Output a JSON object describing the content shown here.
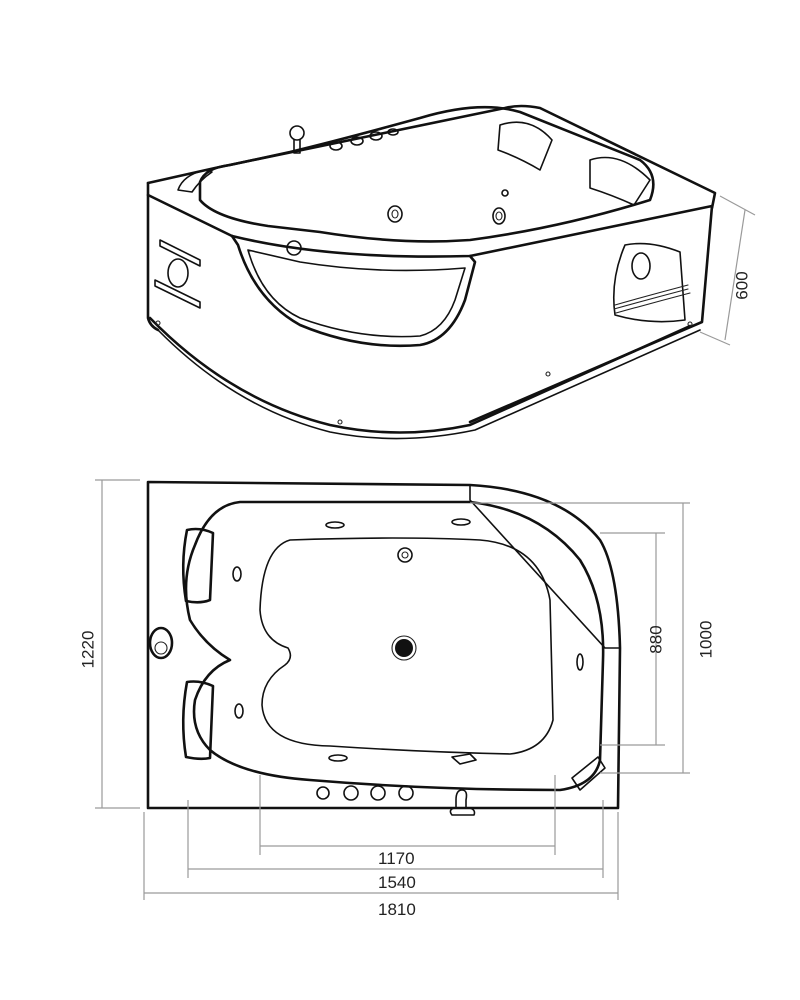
{
  "diagram": {
    "title": "Corner whirlpool bathtub technical drawing",
    "views": [
      {
        "name": "perspective-view",
        "description": "3D isometric view of tub with apron window, headrests, jets, control knobs, hand shower"
      },
      {
        "name": "plan-view",
        "description": "Top-down plan view with dimensions"
      }
    ],
    "units": "mm",
    "colors": {
      "outline": "#111111",
      "dimension_line": "#9a9a9a",
      "window_fill": "#d9d9d9",
      "text": "#222222"
    }
  },
  "dimensions": {
    "height": "600",
    "overall_width": "1220",
    "overall_length": "1810",
    "inner_length": "1540",
    "bottom_length": "1170",
    "inner_width": "1000",
    "bottom_width": "880"
  },
  "features": {
    "headrests": 2,
    "control_knobs": 4,
    "drain": "center-drain",
    "hand_shower": "handheld-shower",
    "side_jets": 6
  }
}
